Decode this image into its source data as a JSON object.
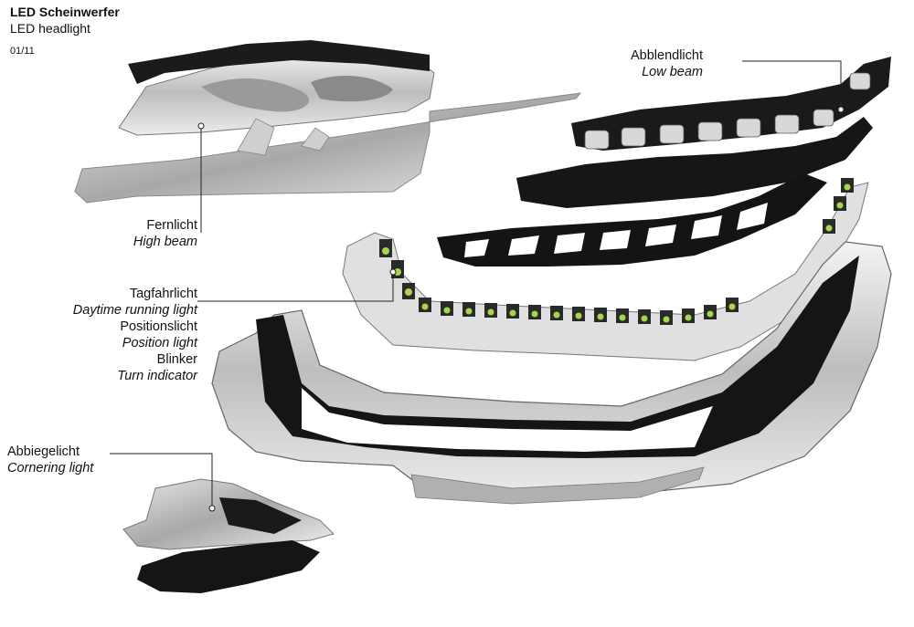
{
  "header": {
    "title": "LED Scheinwerfer",
    "subtitle": "LED headlight",
    "page": "01/11"
  },
  "labels": {
    "low_beam": {
      "de": "Abblendlicht",
      "en": "Low beam"
    },
    "high_beam": {
      "de": "Fernlicht",
      "en": "High beam"
    },
    "drl": {
      "de": "Tagfahrlicht",
      "en": "Daytime running light"
    },
    "position": {
      "de": "Positionslicht",
      "en": "Position light"
    },
    "turn": {
      "de": "Blinker",
      "en": "Turn indicator"
    },
    "cornering": {
      "de": "Abbiegelicht",
      "en": "Cornering light"
    }
  },
  "colors": {
    "led": "#a6d64a",
    "housing": "#1a1a1a",
    "chrome": "#d9d9d9"
  }
}
